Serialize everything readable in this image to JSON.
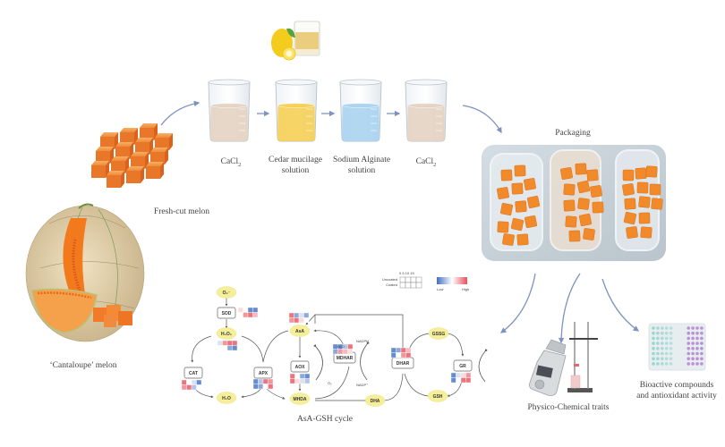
{
  "title": "Graphical abstract: edible coating of fresh-cut cantaloupe melon",
  "colors": {
    "arrow": "#7f92bf",
    "melon_orange": "#f08a2a",
    "cacl2_liquid": "#e4d3c2",
    "mucilage_liquid": "#f5cf55",
    "alginate_liquid": "#a9d3ef",
    "node_fill": "#f6ef9a",
    "heat_low": "#3f6fc4",
    "heat_high": "#e8505b",
    "tray": "#c9d3da"
  },
  "labels": {
    "cantaloupe": "‘Cantaloupe’ melon",
    "fresh_cut": "Fresh-cut melon",
    "packaging": "Packaging",
    "physico": "Physico-Chemical traits",
    "bioactive_line1": "Bioactive compounds",
    "bioactive_line2": "and antioxidant activity",
    "asa_gsh": "AsA-GSH cycle"
  },
  "beakers": [
    {
      "label": "CaCl",
      "sub": "2",
      "liquid": "cacl2"
    },
    {
      "label": "Cedar mucilage",
      "label2": "solution",
      "liquid": "mucilage"
    },
    {
      "label": "Sodium Alginate",
      "label2": "solution",
      "liquid": "alginate"
    },
    {
      "label": "CaCl",
      "sub": "2",
      "liquid": "cacl2"
    }
  ],
  "legend": {
    "columns": [
      "0",
      "5",
      "10",
      "15"
    ],
    "rows": [
      "Uncoated",
      "Coated"
    ],
    "low": "Low",
    "high": "High"
  },
  "cycle": {
    "metabolites": {
      "o2": "O₂⁻",
      "h2o2": "H₂O₂",
      "h2o_bottom": "H₂O",
      "asa": "AsA",
      "mhda": "MHDA",
      "dha": "DHA",
      "gssg": "GSSG",
      "gsh": "GSH"
    },
    "enzymes": {
      "sod": "SOD",
      "cat": "CAT",
      "apx": "APX",
      "aox": "AOX",
      "mdhar": "MDHAR",
      "dhar": "DHAR",
      "gr": "GR"
    },
    "side_labels": {
      "aox_top": "H₂O",
      "aox_bottom": "O₂",
      "mdhar_top": "NADPH",
      "mdhar_bottom": "NADP⁺"
    },
    "heatmaps": {
      "sod": [
        [
          0.6,
          0.5,
          0.1,
          0.1
        ],
        [
          0.5,
          0.8,
          0.9,
          0.7
        ]
      ],
      "h2o2": [
        [
          0.4,
          0.8,
          0.9,
          0.9
        ],
        [
          0.5,
          0.5,
          0.2,
          0.1
        ]
      ],
      "cat": [
        [
          0.9,
          0.5,
          0.4,
          0.1
        ],
        [
          0.8,
          0.9,
          0.3,
          0.5
        ]
      ],
      "apx": [
        [
          0.1,
          0.3,
          0.9,
          0.8
        ],
        [
          0.1,
          0.2,
          0.5,
          0.9
        ]
      ],
      "asa": [
        [
          0.9,
          0.2,
          0.4,
          0.2
        ],
        [
          0.8,
          0.9,
          0.6,
          0.5
        ]
      ],
      "aox": [
        [
          0.9,
          0.5,
          0.2,
          0.1
        ],
        [
          0.9,
          0.6,
          0.4,
          0.3
        ]
      ],
      "mdhar": [
        [
          0.1,
          0.1,
          0.3,
          0.9
        ],
        [
          0.2,
          0.8,
          0.7,
          0.6
        ]
      ],
      "dhar": [
        [
          0.1,
          0.2,
          0.9,
          0.7
        ],
        [
          0.1,
          0.5,
          0.8,
          0.9
        ]
      ],
      "gr": [
        [
          0.1,
          0.4,
          0.6,
          0.8
        ],
        [
          0.1,
          0.5,
          0.9,
          0.9
        ]
      ]
    }
  }
}
